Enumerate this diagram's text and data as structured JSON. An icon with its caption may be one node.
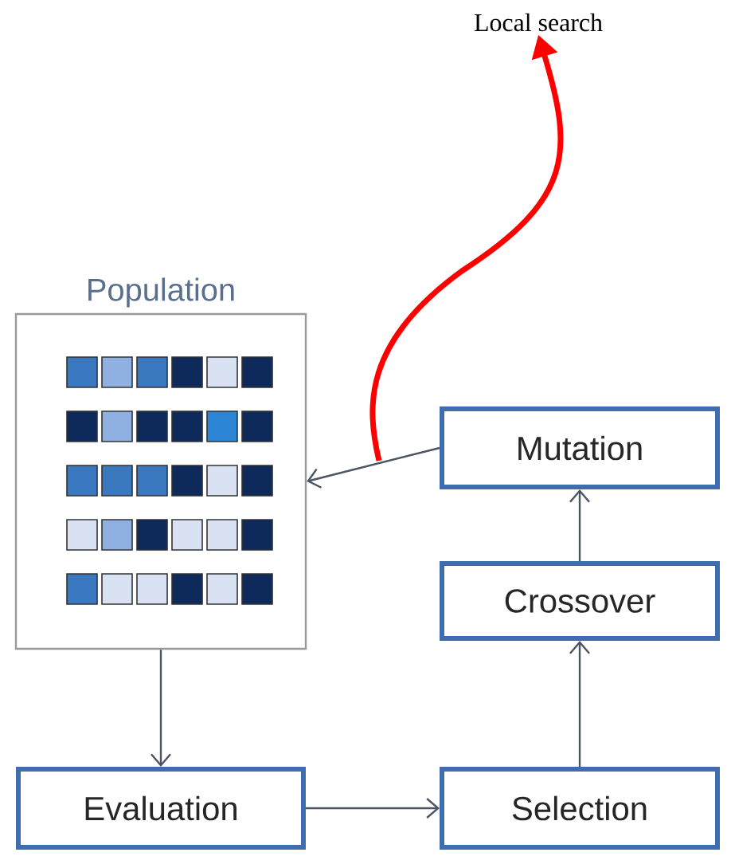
{
  "diagram": {
    "nodes": [
      {
        "text": [
          "Population"
        ]
      },
      {
        "text": [
          "Mutation"
        ]
      },
      {
        "text": [
          "Crossover"
        ]
      },
      {
        "text": [
          "Selection"
        ]
      },
      {
        "text": [
          "Evaluation"
        ]
      },
      {
        "text": [
          "Local search"
        ]
      }
    ],
    "edges": [
      {
        "from": 1,
        "to": 0,
        "arrow": "to"
      },
      {
        "from": 2,
        "to": 1,
        "arrow": "to"
      },
      {
        "from": 3,
        "to": 2,
        "arrow": "to"
      },
      {
        "from": 4,
        "to": 3,
        "arrow": "to"
      },
      {
        "from": 0,
        "to": 4,
        "arrow": "to"
      },
      {
        "from": null,
        "to": 5,
        "arrow": "to",
        "style": "thick",
        "color": "#ff0000"
      }
    ]
  }
}
